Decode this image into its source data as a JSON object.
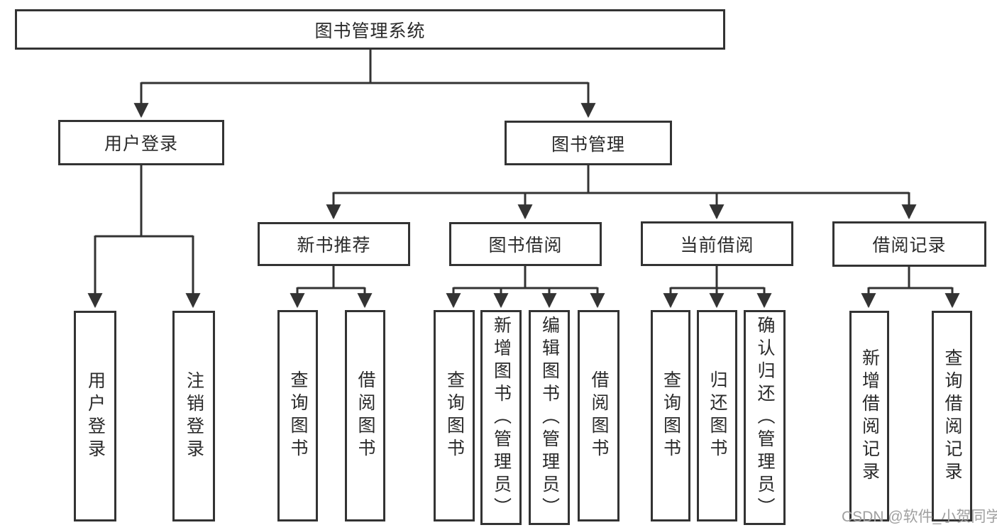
{
  "diagram_type": "hierarchy-tree",
  "colors": {
    "line": "#333333",
    "box_border": "#333333",
    "box_fill": "#ffffff",
    "text": "#2a2a2a",
    "watermark": "#a0a0a0"
  },
  "tree": {
    "label": "图书管理系统",
    "children": [
      {
        "label": "用户登录",
        "children": [
          {
            "label": "用户登录"
          },
          {
            "label": "注销登录"
          }
        ]
      },
      {
        "label": "图书管理",
        "children": [
          {
            "label": "新书推荐",
            "children": [
              {
                "label": "查询图书"
              },
              {
                "label": "借阅图书"
              }
            ]
          },
          {
            "label": "图书借阅",
            "children": [
              {
                "label": "查询图书"
              },
              {
                "label": "新增图书（管理员）"
              },
              {
                "label": "编辑图书（管理员）"
              },
              {
                "label": "借阅图书"
              }
            ]
          },
          {
            "label": "当前借阅",
            "children": [
              {
                "label": "查询图书"
              },
              {
                "label": "归还图书"
              },
              {
                "label": "确认归还（管理员）"
              }
            ]
          },
          {
            "label": "借阅记录",
            "children": [
              {
                "label": "新增借阅记录"
              },
              {
                "label": "查询借阅记录"
              }
            ]
          }
        ]
      }
    ]
  },
  "watermark": "CSDN @软件_小贺同学"
}
